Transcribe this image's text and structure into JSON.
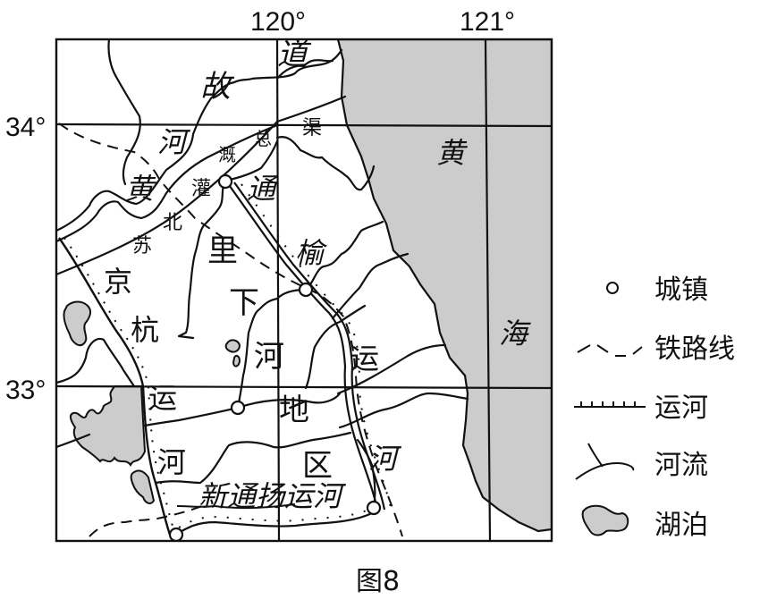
{
  "map": {
    "coordinates": {
      "longitudes": [
        "120°",
        "121°"
      ],
      "latitudes": [
        "34°",
        "33°"
      ]
    },
    "labels": {
      "old_yellow_river": [
        "故",
        "道",
        "河",
        "黄"
      ],
      "north_jiangsu_canal": [
        "总",
        "渠",
        "灌",
        "溉",
        "通",
        "榆",
        "北",
        "苏"
      ],
      "grand_canal": [
        "京",
        "杭",
        "运",
        "河"
      ],
      "lixiahe": [
        "里",
        "下",
        "河",
        "地",
        "区"
      ],
      "tongyu_canal": [
        "运",
        "河"
      ],
      "xintongyang": "新通扬运河",
      "sea": [
        "黄",
        "海"
      ]
    },
    "colors": {
      "water": "#cccccc",
      "line": "#111111",
      "background": "#ffffff"
    }
  },
  "legend": {
    "items": [
      {
        "icon": "town-circle-icon",
        "label": "城镇"
      },
      {
        "icon": "railway-dashed-icon",
        "label": "铁路线"
      },
      {
        "icon": "canal-hatched-icon",
        "label": "运河"
      },
      {
        "icon": "river-line-icon",
        "label": "河流"
      },
      {
        "icon": "lake-shape-icon",
        "label": "湖泊"
      }
    ]
  },
  "caption": "图8"
}
